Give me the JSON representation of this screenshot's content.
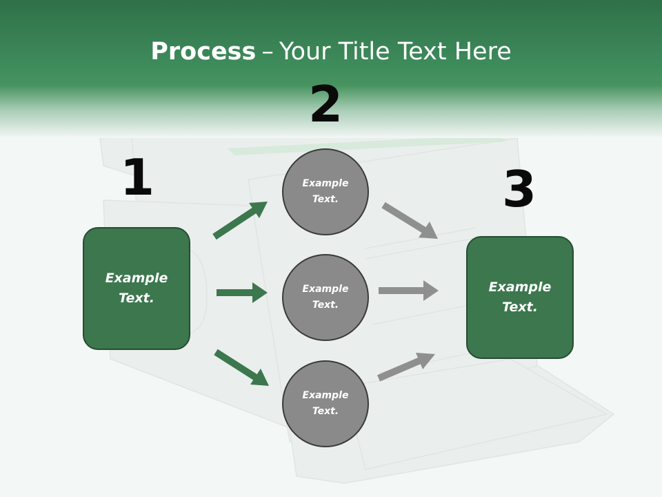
{
  "title": {
    "bold": "Process",
    "separator": "–",
    "rest": "Your Title Text Here"
  },
  "steps": {
    "one": {
      "number": "1",
      "text_line1": "Example",
      "text_line2": "Text."
    },
    "two": {
      "number": "2"
    },
    "three": {
      "number": "3",
      "text_line1": "Example",
      "text_line2": "Text."
    }
  },
  "circles": [
    {
      "line1": "Example",
      "line2": "Text."
    },
    {
      "line1": "Example",
      "line2": "Text."
    },
    {
      "line1": "Example",
      "line2": "Text."
    }
  ],
  "colors": {
    "header_green": "#3d8a5a",
    "box_green": "#3c774e",
    "circle_gray": "#8a8a8a",
    "green_arrow": "#3c774e",
    "gray_arrow": "#8f8f8f"
  }
}
